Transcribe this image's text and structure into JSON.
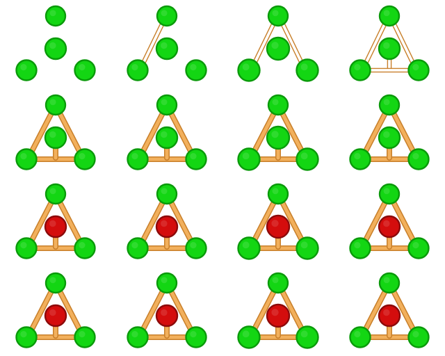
{
  "colors": {
    "background": "#ffffff",
    "node_fill": "#13d613",
    "node_edge": "#0a9a0a",
    "node_highlight": "#4ee84e",
    "center_active_fill": "#d40d0d",
    "center_active_edge": "#8c0a0a",
    "link_fill": "#f2b05c",
    "link_edge": "#c87f2a"
  },
  "icons": {
    "outer_node": "green-node-sprite",
    "center_node": "green-node-sprite",
    "center_node_active": "red-node-sprite",
    "link": "rod-link-sprite"
  },
  "frames": [
    {
      "row": 0,
      "col": 0,
      "links": "none",
      "center": "green",
      "node_size": "normal"
    },
    {
      "row": 0,
      "col": 1,
      "links": "thin-left",
      "center": "green",
      "node_size": "normal"
    },
    {
      "row": 0,
      "col": 2,
      "links": "thin-left-right",
      "center": "green",
      "node_size": "large"
    },
    {
      "row": 0,
      "col": 3,
      "links": "thin-all",
      "center": "green",
      "node_size": "normal"
    },
    {
      "row": 1,
      "col": 0,
      "links": "thick-all",
      "center": "green",
      "node_size": "normal"
    },
    {
      "row": 1,
      "col": 1,
      "links": "thick-all",
      "center": "green",
      "node_size": "normal"
    },
    {
      "row": 1,
      "col": 2,
      "links": "thick-all",
      "center": "green",
      "node_size": "large"
    },
    {
      "row": 1,
      "col": 3,
      "links": "thick-all",
      "center": "green",
      "node_size": "normal"
    },
    {
      "row": 2,
      "col": 0,
      "links": "thick-all",
      "center": "red",
      "node_size": "normal"
    },
    {
      "row": 2,
      "col": 1,
      "links": "thick-all",
      "center": "red",
      "node_size": "normal"
    },
    {
      "row": 2,
      "col": 2,
      "links": "thick-all",
      "center": "red",
      "node_size": "large"
    },
    {
      "row": 2,
      "col": 3,
      "links": "thick-all",
      "center": "red",
      "node_size": "normal"
    },
    {
      "row": 3,
      "col": 0,
      "links": "thick-all",
      "center": "red",
      "node_size": "normal"
    },
    {
      "row": 3,
      "col": 1,
      "links": "thick-all",
      "center": "red",
      "node_size": "normal"
    },
    {
      "row": 3,
      "col": 2,
      "links": "thick-all",
      "center": "red",
      "node_size": "large"
    },
    {
      "row": 3,
      "col": 3,
      "links": "thick-all",
      "center": "red",
      "node_size": "normal"
    }
  ]
}
